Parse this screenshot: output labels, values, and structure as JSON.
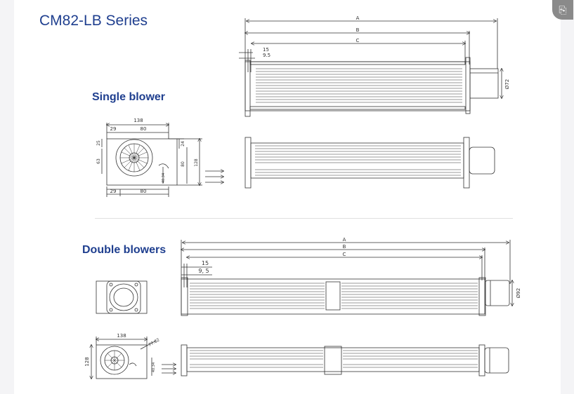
{
  "title": "CM82-LB Series",
  "sections": {
    "single": "Single blower",
    "double": "Double blowers"
  },
  "single_top": {
    "dim_a": "A",
    "dim_b": "B",
    "dim_c": "C",
    "dim_15": "15",
    "dim_95": "9.5",
    "dim_diam": "Ø72"
  },
  "single_side": {
    "w138": "138",
    "w29": "29",
    "w80": "80",
    "h25": "25",
    "h63": "63",
    "h24": "24",
    "h80": "80",
    "h128": "128",
    "d4034": "40.34",
    "b29": "29",
    "b80": "80"
  },
  "double_top": {
    "dim_a": "A",
    "dim_b": "B",
    "dim_c": "C",
    "dim_15": "15",
    "dim_95": "9, 5",
    "dim_diam": "Ø92"
  },
  "double_side": {
    "w138": "138",
    "h128": "128",
    "d7782": "77.82",
    "d4034": "40.34"
  },
  "colors": {
    "title": "#1f3f8f",
    "line": "#333333"
  },
  "icons": {
    "corner": "image-search-icon"
  }
}
